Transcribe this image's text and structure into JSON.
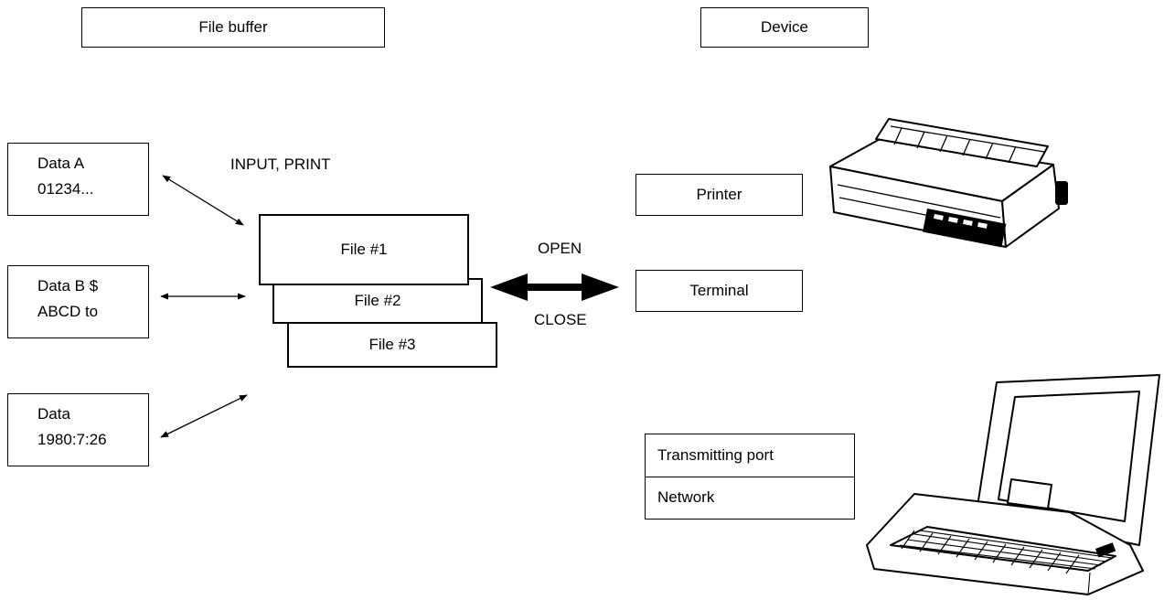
{
  "headers": {
    "file_buffer": "File buffer",
    "device": "Device"
  },
  "data_boxes": [
    {
      "line1": "Data A",
      "line2": "01234..."
    },
    {
      "line1": "Data B $",
      "line2": "ABCD to"
    },
    {
      "line1": "Data",
      "line2": "1980:7:26"
    }
  ],
  "io_label": "INPUT, PRINT",
  "files": [
    "File #1",
    "File #2",
    "File #3"
  ],
  "open_label": "OPEN",
  "close_label": "CLOSE",
  "devices": {
    "printer": "Printer",
    "terminal": "Terminal",
    "port": {
      "line1": "Transmitting port",
      "line2": "Network"
    }
  }
}
